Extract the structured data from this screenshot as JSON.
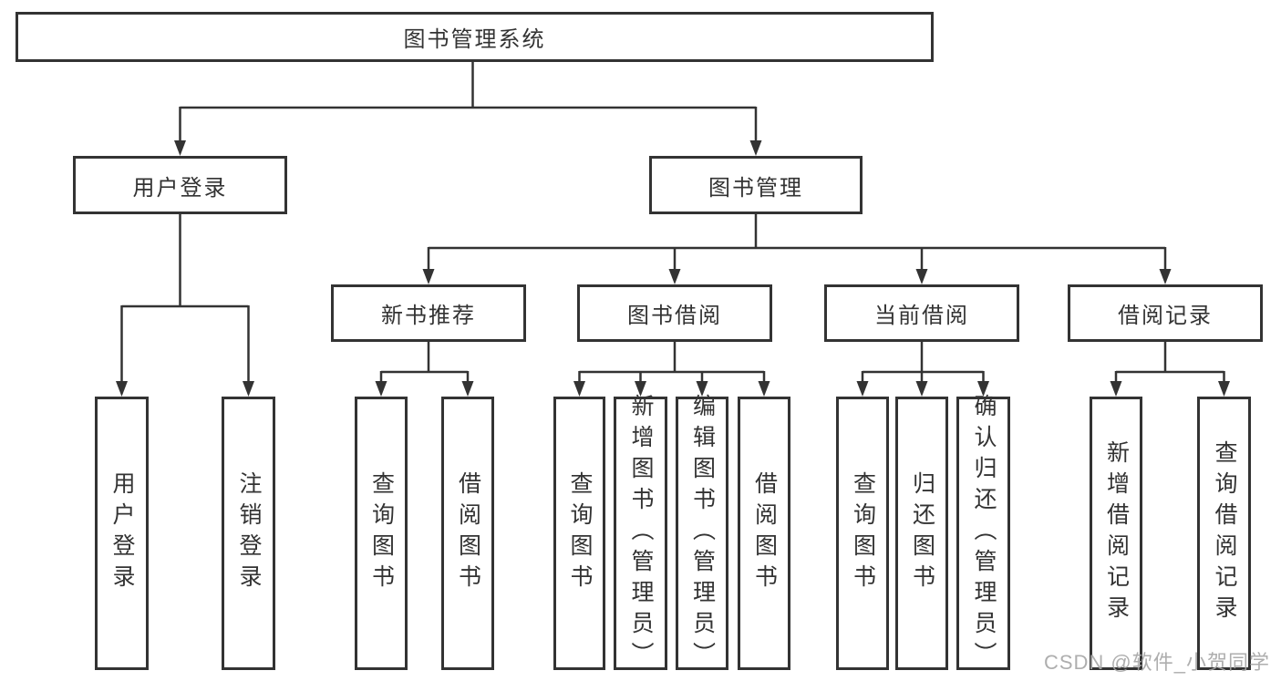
{
  "colors": {
    "line": "#333333",
    "box_border": "#333333",
    "box_fill": "#ffffff",
    "text": "#333333",
    "watermark_text": "#a5a5a5",
    "background": "#ffffff"
  },
  "watermark": "CSDN @软件_小贺同学",
  "tree": {
    "label": "图书管理系统",
    "children": [
      {
        "label": "用户登录",
        "children": [
          {
            "label": "用户登录"
          },
          {
            "label": "注销登录"
          }
        ]
      },
      {
        "label": "图书管理",
        "children": [
          {
            "label": "新书推荐",
            "children": [
              {
                "label": "查询图书"
              },
              {
                "label": "借阅图书"
              }
            ]
          },
          {
            "label": "图书借阅",
            "children": [
              {
                "label": "查询图书"
              },
              {
                "label": "新增图书（管理员）"
              },
              {
                "label": "编辑图书（管理员）"
              },
              {
                "label": "借阅图书"
              }
            ]
          },
          {
            "label": "当前借阅",
            "children": [
              {
                "label": "查询图书"
              },
              {
                "label": "归还图书"
              },
              {
                "label": "确认归还（管理员）"
              }
            ]
          },
          {
            "label": "借阅记录",
            "children": [
              {
                "label": "新增借阅记录"
              },
              {
                "label": "查询借阅记录"
              }
            ]
          }
        ]
      }
    ]
  }
}
